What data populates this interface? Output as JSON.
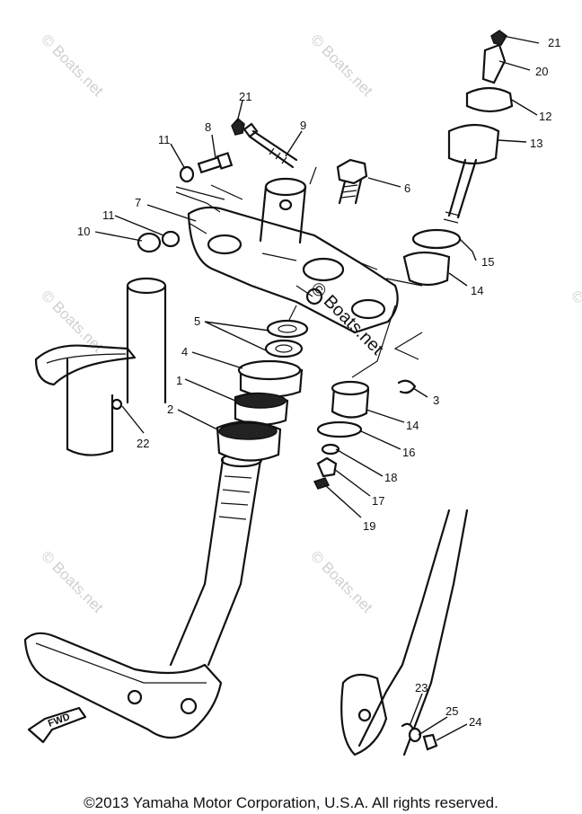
{
  "watermark": "© Boats.net",
  "direction_label": "FWD",
  "callouts": {
    "c1": "1",
    "c2": "2",
    "c3": "3",
    "c4": "4",
    "c5": "5",
    "c6": "6",
    "c7": "7",
    "c8": "8",
    "c9": "9",
    "c10": "10",
    "c11a": "11",
    "c11b": "11",
    "c12": "12",
    "c13": "13",
    "c14a": "14",
    "c14b": "14",
    "c15": "15",
    "c16": "16",
    "c17": "17",
    "c18": "18",
    "c19": "19",
    "c20": "20",
    "c21a": "21",
    "c21b": "21",
    "c22": "22",
    "c23": "23",
    "c24": "24",
    "c25": "25"
  },
  "copyright": "©2013 Yamaha Motor Corporation, U.S.A. All rights reserved."
}
